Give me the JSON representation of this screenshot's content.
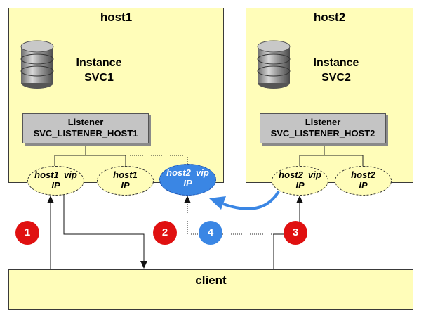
{
  "colors": {
    "box": "#fffdb9",
    "listener": "#c4c4c4",
    "badge_red": "#e01010",
    "badge_blue": "#3a86e4",
    "active_ellipse": "#3a86e4"
  },
  "host1": {
    "title": "host1",
    "instance": [
      "Instance",
      "SVC1"
    ],
    "listener": [
      "Listener",
      "SVC_LISTENER_HOST1"
    ],
    "ip_nodes": [
      {
        "name": "host1_vip",
        "sub": "IP"
      },
      {
        "name": "host1",
        "sub": "IP"
      },
      {
        "name": "host2_vip",
        "sub": "IP"
      }
    ]
  },
  "host2": {
    "title": "host2",
    "instance": [
      "Instance",
      "SVC2"
    ],
    "listener": [
      "Listener",
      "SVC_LISTENER_HOST2"
    ],
    "ip_nodes": [
      {
        "name": "host2_vip",
        "sub": "IP"
      },
      {
        "name": "host2",
        "sub": "IP"
      }
    ]
  },
  "client": {
    "title": "client"
  },
  "badges": [
    "1",
    "2",
    "3",
    "4"
  ],
  "icons": {
    "database": "database-icon"
  }
}
